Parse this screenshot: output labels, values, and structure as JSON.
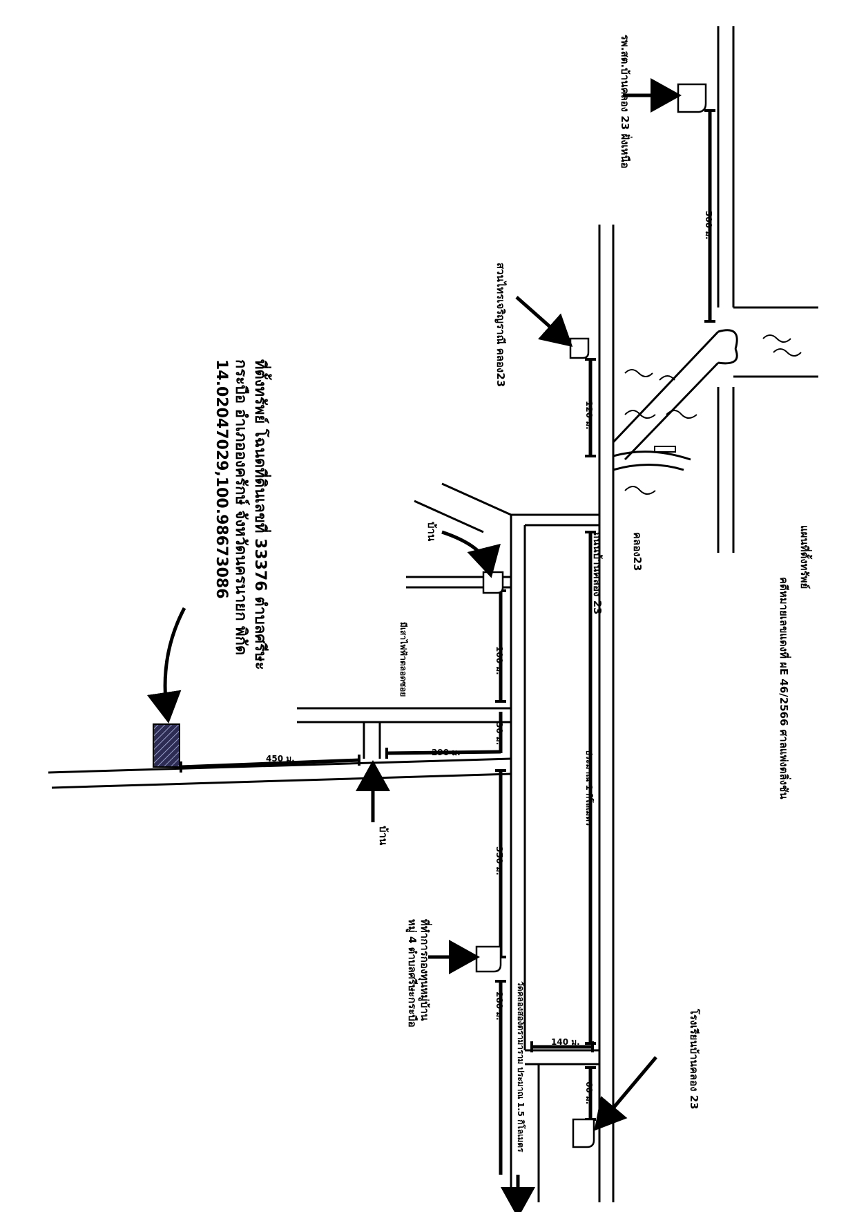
{
  "map": {
    "title": "แผนที่ตั้งทรัพย์",
    "case_ref": "คดีหมายเลขแดงที่ ผE 46/2566 ศาลแพ่งตลิ่งชัน",
    "property_label_line1": "ที่ตั้งทรัพย์ โฉนดที่ดินเลขที่ 33376 ตำบลศรีษะ",
    "property_label_line2": "กระบือ อำเภอองครักษ์ จังหวัดนครนายก พิกัด",
    "property_label_line3": "14.02047029,100.98673086",
    "canal_label": "คลอง23",
    "road_label": "ถนนบ้านคลอง 23",
    "pole_label": "มีเสาไฟฟ้าตลอดซอย",
    "landmarks": {
      "health_center": "รพ.สต.บ้านคลอง 23 ฝั่งเหนือ",
      "park": "สวนไทรเจริญราณี คลอง23",
      "house_top": "บ้าน",
      "house_bottom": "บ้าน",
      "office_line1": "ที่ทำการกองทุนหมู่บ้าน",
      "office_line2": "หมู่ 4 ตำบลศรีษะกระบือ",
      "school": "โรงเรียนบ้านคลอง 23",
      "temple": "วัดคลองสอง้ตรามาราม ประมาณ 1.5 กิโลเมตร"
    },
    "distances": {
      "d500": "500 ม.",
      "d120": "120 ม.",
      "d1km": "ประมาณ 1 กิโลเมตร",
      "d100": "100 ม.",
      "d30": "30 ม.",
      "d290": "290 ม.",
      "d450": "450 ม.",
      "d350": "350 ม.",
      "d280": "280 ม.",
      "d140": "140 ม.",
      "d60": "60 ม."
    }
  }
}
